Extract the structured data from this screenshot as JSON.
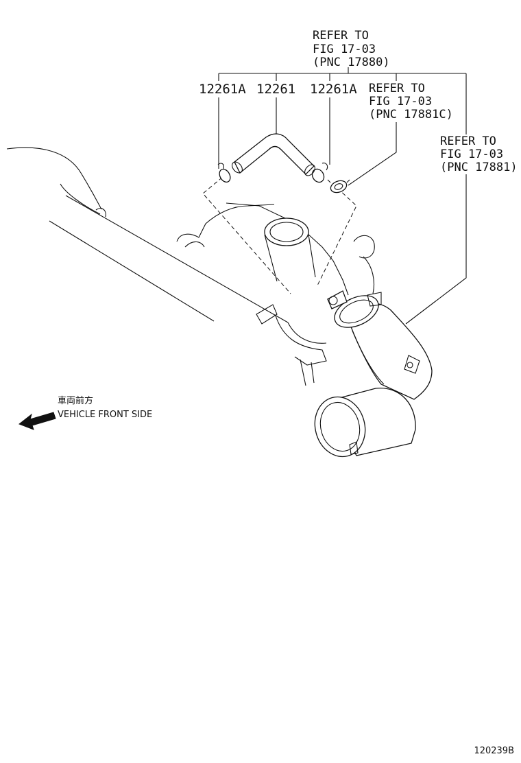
{
  "callouts": {
    "top": {
      "line1": "REFER TO",
      "line2": "FIG 17-03",
      "line3": "(PNC 17880)"
    },
    "middle": {
      "line1": "REFER TO",
      "line2": "FIG 17-03",
      "line3": "(PNC 17881C)"
    },
    "right": {
      "line1": "REFER TO",
      "line2": "FIG 17-03",
      "line3": "(PNC 17881)"
    }
  },
  "part_numbers": {
    "clamp_left": "12261A",
    "hose": "12261",
    "clamp_right": "12261A"
  },
  "direction": {
    "japanese_label": "車両前方",
    "english_label": "VEHICLE FRONT SIDE",
    "icon": "arrow-left-icon"
  },
  "figure_id": "120239B"
}
